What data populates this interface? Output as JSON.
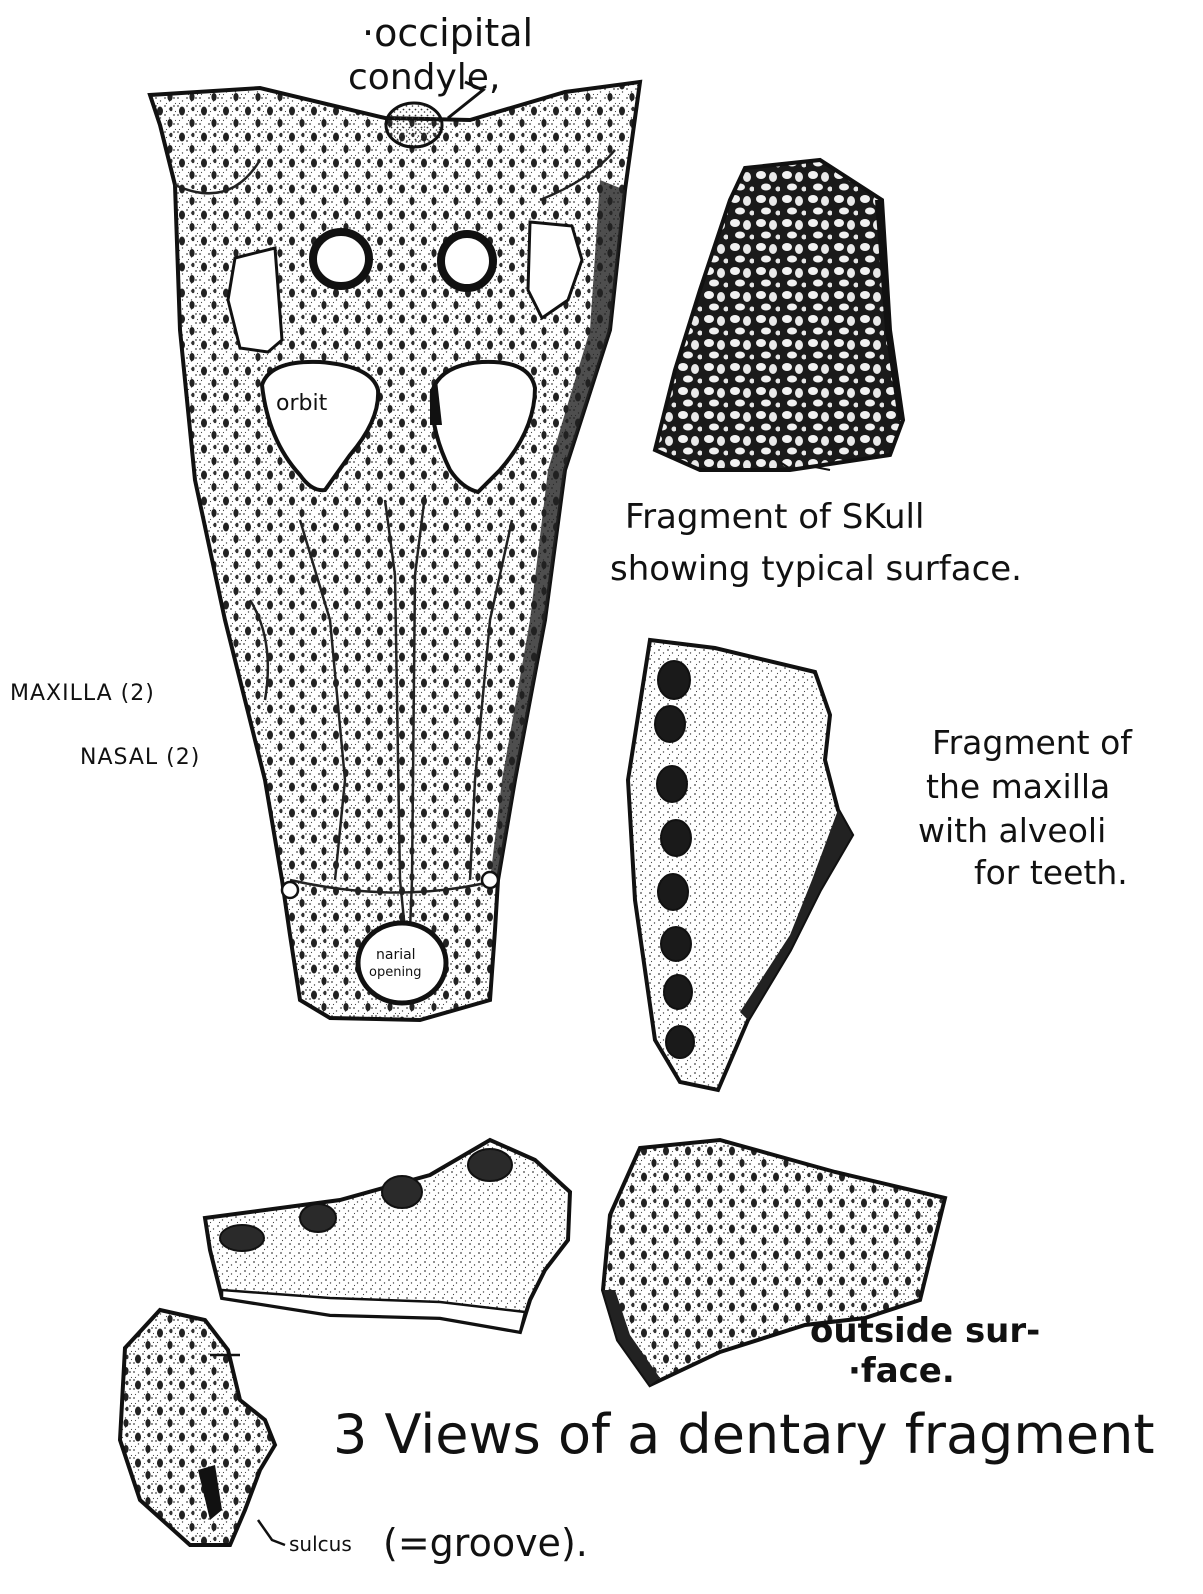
{
  "labels": {
    "occipital": "·occipital",
    "condyle": "condyle,",
    "orbit": "orbit",
    "skull_fragment_line1": "Fragment of SKull",
    "skull_fragment_line2": "showing typical surface.",
    "maxilla": "MAXILLA (2)",
    "nasal": "NASAL (2)",
    "maxilla_fragment_line1": "Fragment of",
    "maxilla_fragment_line2": "the maxilla",
    "maxilla_fragment_line3": "with alveoli",
    "maxilla_fragment_line4": "for teeth.",
    "narial_line1": "narial",
    "narial_line2": "opening",
    "outside_line1": "outside sur-",
    "outside_line2": "·face.",
    "dentary_caption": "3 Views of a dentary fragment",
    "sulcus_line1": "sulcus",
    "sulcus_line2": "(=groove)."
  },
  "colors": {
    "ink": "#111111",
    "paper": "#ffffff",
    "stipple": "#444444"
  }
}
